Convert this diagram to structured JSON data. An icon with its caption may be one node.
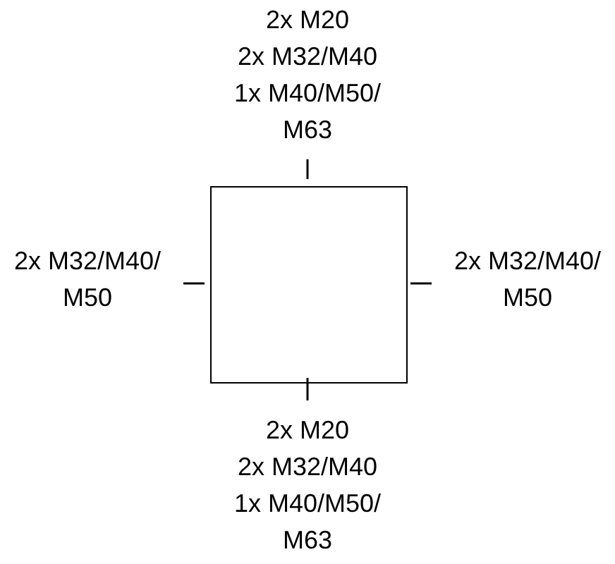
{
  "diagram": {
    "nodes": [
      {
        "text": [],
        "shape": "box"
      }
    ],
    "labels": [
      "2x M20",
      "2x M32/M40",
      "1x M40/M50/ M63",
      "2x M32/M40/ M50",
      "2x M32/M40/ M50",
      "2x M20",
      "2x M32/M40",
      "1x M40/M50/ M63"
    ]
  }
}
